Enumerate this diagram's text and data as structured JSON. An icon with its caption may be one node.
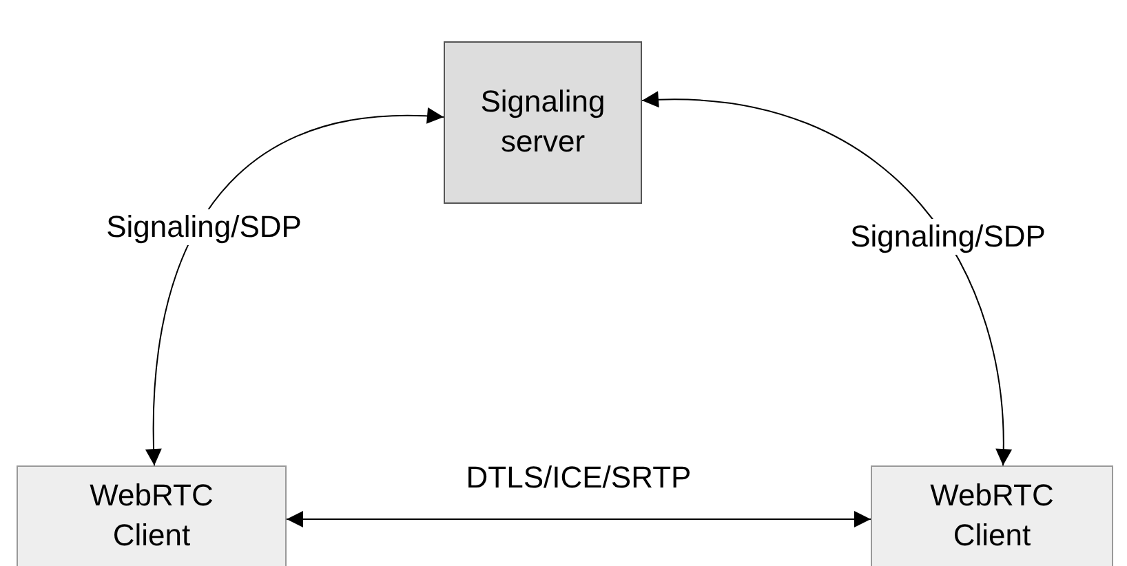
{
  "diagram": {
    "nodes": [
      {
        "text": [
          "Signaling server"
        ]
      },
      {
        "text": [
          "WebRTC Client"
        ]
      },
      {
        "text": [
          "WebRTC Client"
        ]
      }
    ],
    "edges": [
      {
        "from": 0,
        "to": 1,
        "arrow": "both",
        "label": "Signaling/SDP"
      },
      {
        "from": 0,
        "to": 2,
        "arrow": "both",
        "label": "Signaling/SDP"
      },
      {
        "from": 1,
        "to": 2,
        "arrow": "both",
        "label": "DTLS/ICE/SRTP"
      }
    ]
  }
}
